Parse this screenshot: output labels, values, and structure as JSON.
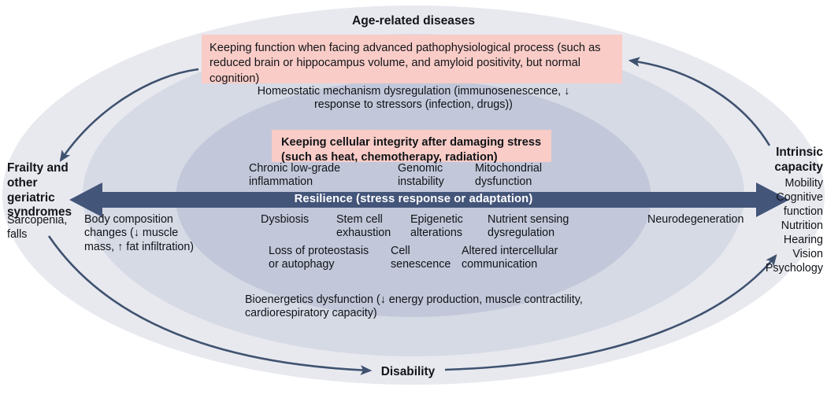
{
  "title": "Age-related diseases",
  "palette": {
    "background": "#ffffff",
    "ellipse_outer": "#e8e9ef",
    "ellipse_mid": "#d3d7e3",
    "ellipse_inner": "#bfc4d6",
    "highlight_box": "#f9ccc7",
    "arrow_navy": "#3f526f",
    "resilience_bar": "#44557a",
    "text_dark": "#111418"
  },
  "highlight_boxes": [
    {
      "id": "age-related-disease-box",
      "text": "Keeping function when facing advanced pathophysiological process (such as reduced brain or hippocampus volume, and amyloid positivity, but normal cognition)",
      "bold": false
    },
    {
      "id": "cellular-integrity-box",
      "text": "Keeping cellular integrity after damaging stress (such as heat, chemotherapy, radiation)",
      "bold": true
    }
  ],
  "layer_labels": {
    "homeostatic": "Homeostatic mechanism dysregulation (immunosenescence, ↓ response to stressors (infection, drugs))",
    "bioenergetics": "Bioenergetics dysfunction (↓ energy production, muscle contractility, cardiorespiratory capacity)",
    "body_composition": "Body composition changes (↓ muscle mass, ↑ fat infiltration)",
    "neurodegeneration": "Neurodegeneration"
  },
  "hallmarks_row1": [
    "Chronic low-grade inflammation",
    "Genomic instability",
    "Mitochondrial dysfunction"
  ],
  "hallmarks_row2": [
    "Dysbiosis",
    "Stem cell exhaustion",
    "Epigenetic alterations",
    "Nutrient sensing dysregulation"
  ],
  "hallmarks_row3": [
    "Loss of proteostasis or autophagy",
    "Cell senescence",
    "Altered intercellular communication"
  ],
  "resilience_bar": {
    "label": "Resilience (stress response or adaptation)",
    "direction": "double-headed"
  },
  "left_pole": {
    "heading": "Frailty and other geriatric syndromes",
    "items": [
      "Sarcopenia,",
      "falls"
    ]
  },
  "right_pole": {
    "heading": "Intrinsic capacity",
    "items": [
      "Mobility",
      "Cognitive",
      "function",
      "Nutrition",
      "Hearing",
      "Vision",
      "Psychology"
    ]
  },
  "bottom_label": "Disability"
}
